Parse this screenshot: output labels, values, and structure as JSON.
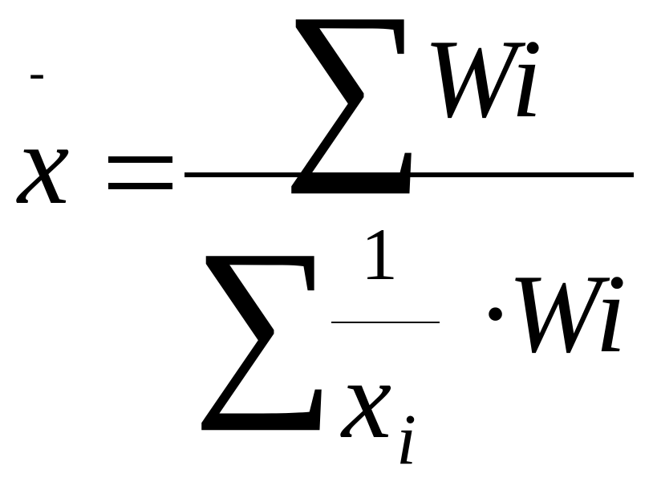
{
  "formula": {
    "lhs_bar": "-",
    "lhs_var": "x",
    "equals": "=",
    "numerator": {
      "sum": "∑",
      "term": "Wi"
    },
    "denominator": {
      "sum": "∑",
      "inner_numerator": "1",
      "inner_denominator_var": "x",
      "inner_denominator_sub": "i",
      "term": "·Wi"
    }
  }
}
